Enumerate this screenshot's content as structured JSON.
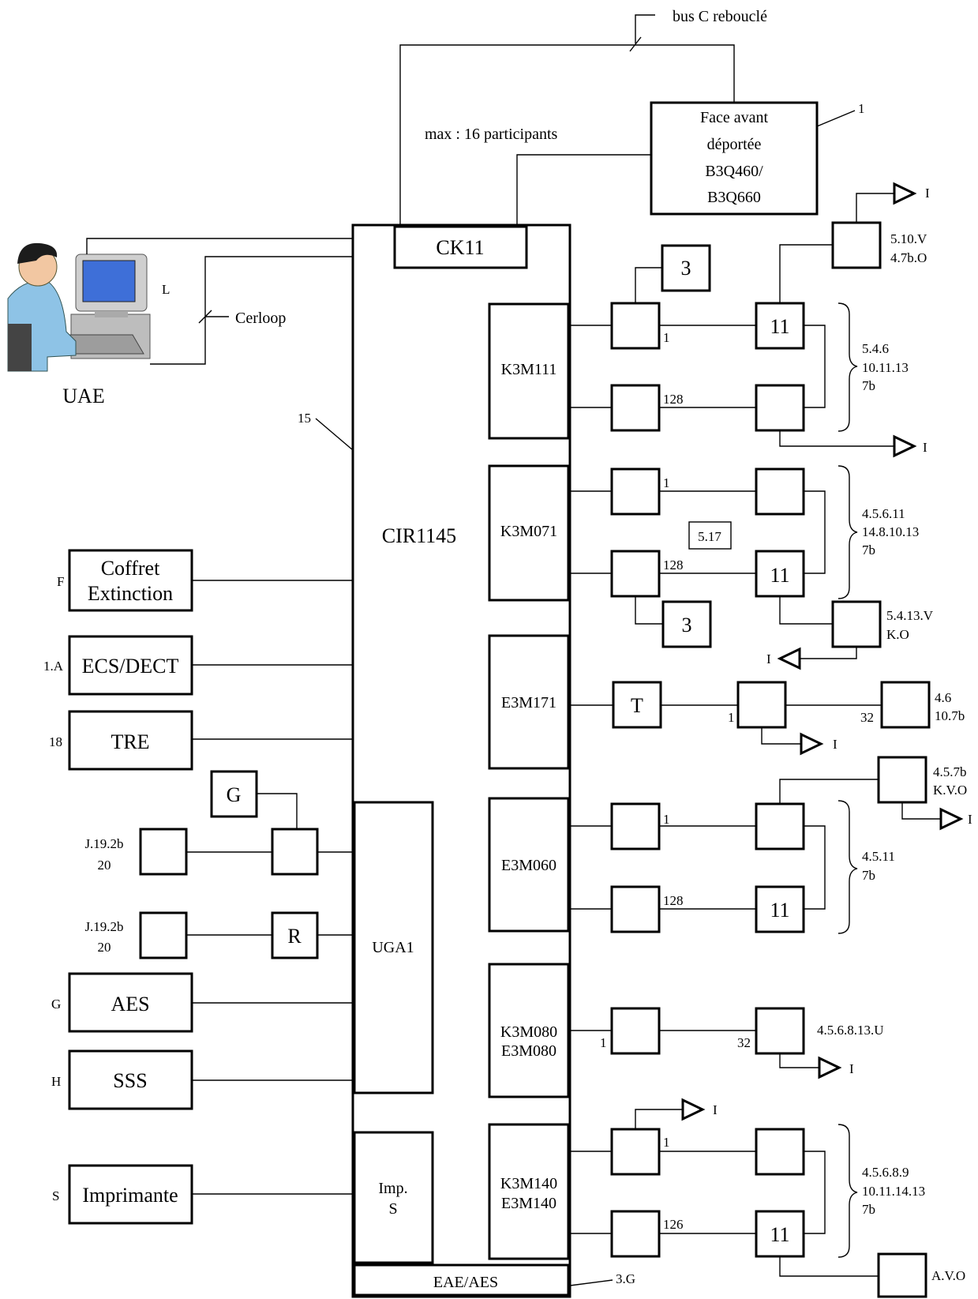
{
  "bus_label": "bus C rebouclé",
  "max_label": "max : 16 participants",
  "face_avant": {
    "l1": "Face avant",
    "l2": "déportée",
    "l3": "B3Q460/",
    "l4": "B3Q660",
    "ref": "1"
  },
  "ck11": "CK11",
  "cir": "CIR1145",
  "uga": "UGA1",
  "imp": {
    "l1": "Imp.",
    "l2": "S"
  },
  "eae": "EAE/AES",
  "eae_ref": "3.G",
  "cabinet_ref": "15",
  "uae": {
    "label": "UAE",
    "ref": "L",
    "link": "Cerloop"
  },
  "left_units": {
    "coffret": {
      "l1": "Coffret",
      "l2": "Extinction",
      "ref": "F"
    },
    "ecs": {
      "label": "ECS/DECT",
      "ref": "1.A"
    },
    "tre": {
      "label": "TRE",
      "ref": "18"
    },
    "g": "G",
    "j1": {
      "l1": "J.19.2b",
      "l2": "20"
    },
    "r": "R",
    "j2": {
      "l1": "J.19.2b",
      "l2": "20"
    },
    "aes": {
      "label": "AES",
      "ref": "G"
    },
    "sss": {
      "label": "SSS",
      "ref": "H"
    },
    "imprimante": {
      "label": "Imprimante",
      "ref": "S"
    }
  },
  "cards": {
    "k3m111": "K3M111",
    "k3m071": "K3M071",
    "e3m171": "E3M171",
    "e3m060": "E3M060",
    "k3m080": {
      "l1": "K3M080",
      "l2": "E3M080"
    },
    "k3m140": {
      "l1": "K3M140",
      "l2": "E3M140"
    }
  },
  "loop1": {
    "top_num": "3",
    "box11": "11",
    "n_start": "1",
    "n_end": "128",
    "side": {
      "l1": "5.10.V",
      "l2": "4.7b.O"
    },
    "brace": {
      "l1": "5.4.6",
      "l2": "10.11.13",
      "l3": "7b"
    },
    "i_top": "I",
    "i_bot": "I"
  },
  "loop2": {
    "n_start": "1",
    "n_end": "128",
    "mid": "5.17",
    "box11": "11",
    "bot_num": "3",
    "brace": {
      "l1": "4.5.6.11",
      "l2": "14.8.10.13",
      "l3": "7b"
    },
    "side": {
      "l1": "5.4.13.V",
      "l2": "K.O"
    },
    "i": "I"
  },
  "loop3": {
    "t": "T",
    "n1": "1",
    "n32": "32",
    "side": {
      "l1": "4.6",
      "l2": "10.7b"
    },
    "i": "I"
  },
  "loop4": {
    "n_start": "1",
    "n_end": "128",
    "box11": "11",
    "side": {
      "l1": "4.5.7b",
      "l2": "K.V.O"
    },
    "i": "I",
    "brace": {
      "l1": "4.5.11",
      "l2": "7b"
    }
  },
  "loop5": {
    "n1": "1",
    "n32": "32",
    "side": "4.5.6.8.13.U",
    "i": "I"
  },
  "loop6": {
    "i": "I",
    "n_start": "1",
    "n_end": "126",
    "box11": "11",
    "brace": {
      "l1": "4.5.6.8.9",
      "l2": "10.11.14.13",
      "l3": "7b"
    },
    "side": "A.V.O"
  }
}
